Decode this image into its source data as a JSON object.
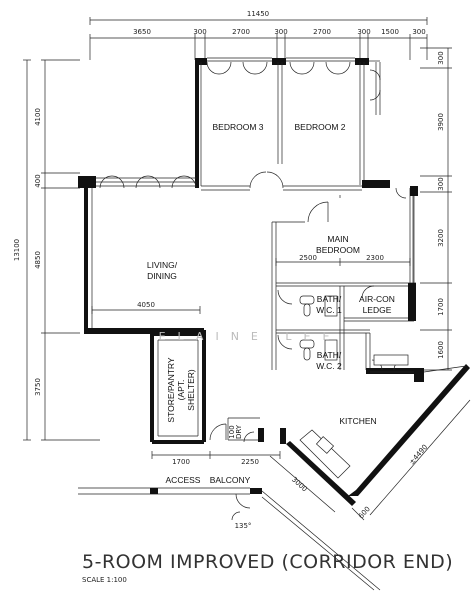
{
  "plan": {
    "title": "5-ROOM IMPROVED (CORRIDOR END)",
    "scale": "SCALE  1:100",
    "watermark": "ELAINE LEE"
  },
  "rooms": {
    "bedroom3": "BEDROOM 3",
    "bedroom2": "BEDROOM 2",
    "main_bedroom_1": "MAIN",
    "main_bedroom_2": "BEDROOM",
    "living_1": "LIVING/",
    "living_2": "DINING",
    "bath1_1": "BATH/",
    "bath1_2": "W.C. 1",
    "bath2_1": "BATH/",
    "bath2_2": "W.C. 2",
    "aircon_1": "AIR-CON",
    "aircon_2": "LEDGE",
    "store_1": "STORE/PANTRY",
    "store_2": "(APT.",
    "store_3": "SHELTER)",
    "kitchen": "KITCHEN",
    "access": "ACCESS",
    "balcony": "BALCONY",
    "dry": "DRY",
    "bay": "100"
  },
  "dims": {
    "overall_width": "11450",
    "top": [
      "3650",
      "300",
      "2700",
      "300",
      "2700",
      "300",
      "1500",
      "300"
    ],
    "left_total": "13100",
    "left": [
      "4100",
      "400",
      "4850",
      "3750"
    ],
    "right": [
      "300",
      "3900",
      "300",
      "3200",
      "1700",
      "1600"
    ],
    "mb_a": "2500",
    "mb_b": "2300",
    "living_w": "4050",
    "bottom_a": "1700",
    "bottom_b": "2250",
    "kitchen_diag": "3000",
    "kitchen_long": "±4490",
    "kitchen_short": "600",
    "angle": "135°"
  }
}
